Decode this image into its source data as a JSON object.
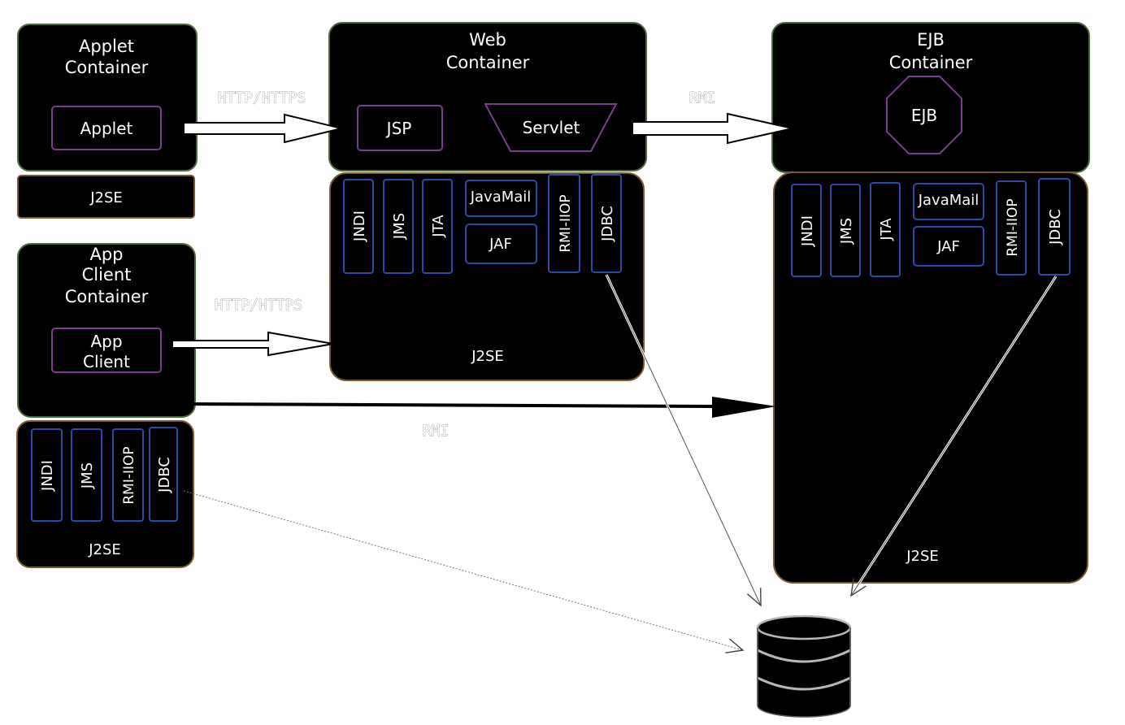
{
  "colors": {
    "container_border_green": "#4a6a3c",
    "j2se_border_brown": "#7a5a2a",
    "component_border_purple": "#7a3f8c",
    "api_border_blue": "#2e4aa8",
    "fill": "#000000",
    "text": "#ffffff"
  },
  "applet": {
    "container_title_1": "Applet",
    "container_title_2": "Container",
    "component": "Applet",
    "j2se": "J2SE"
  },
  "web": {
    "container_title_1": "Web",
    "container_title_2": "Container",
    "jsp": "JSP",
    "servlet": "Servlet",
    "apis": [
      "JNDI",
      "JMS",
      "JTA",
      "RMI-IIOP",
      "JDBC"
    ],
    "javamail": "JavaMail",
    "jaf": "JAF",
    "j2se": "J2SE"
  },
  "ejb": {
    "container_title_1": "EJB",
    "container_title_2": "Container",
    "component": "EJB",
    "apis": [
      "JNDI",
      "JMS",
      "JTA",
      "RMI-IIOP",
      "JDBC"
    ],
    "javamail": "JavaMail",
    "jaf": "JAF",
    "j2se": "J2SE"
  },
  "appclient": {
    "container_title_1": "App",
    "container_title_2": "Client",
    "container_title_3": "Container",
    "component_1": "App",
    "component_2": "Client",
    "apis": [
      "JNDI",
      "JMS",
      "RMI-IIOP",
      "JDBC"
    ],
    "j2se": "J2SE"
  },
  "edges": {
    "applet_to_web": "HTTP/HTTPS",
    "web_to_ejb": "RMI",
    "appclient_to_web": "HTTP/HTTPS",
    "appclient_to_ejb": "RMI"
  },
  "database": {
    "icon": "database-icon"
  }
}
